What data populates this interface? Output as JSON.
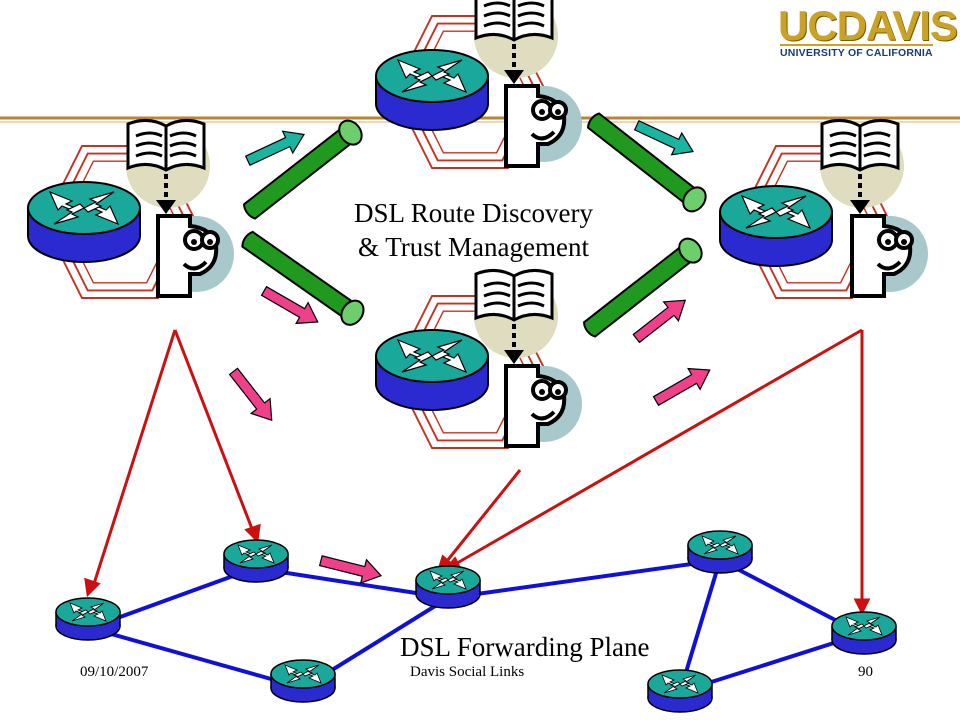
{
  "header": {
    "logo_main": "UCDAVIS",
    "logo_sub": "UNIVERSITY OF CALIFORNIA"
  },
  "diagram": {
    "label_discovery_line1": "DSL Route Discovery",
    "label_discovery_line2": "& Trust Management",
    "label_forwarding": "DSL Forwarding Plane"
  },
  "footer": {
    "date": "09/10/2007",
    "title": "Davis Social Links",
    "page": "90"
  },
  "colors": {
    "router_top": "#1aa89a",
    "router_side": "#2a2ad0",
    "pipe": "#1f9a1f",
    "link_blue": "#1010d8",
    "link_red": "#cc1010",
    "arrow_teal": "#1ab5a0",
    "arrow_pink": "#f0408a",
    "rule": "#b8862e",
    "logo_gold": "#c9a227",
    "logo_blue": "#1a3a7a"
  }
}
